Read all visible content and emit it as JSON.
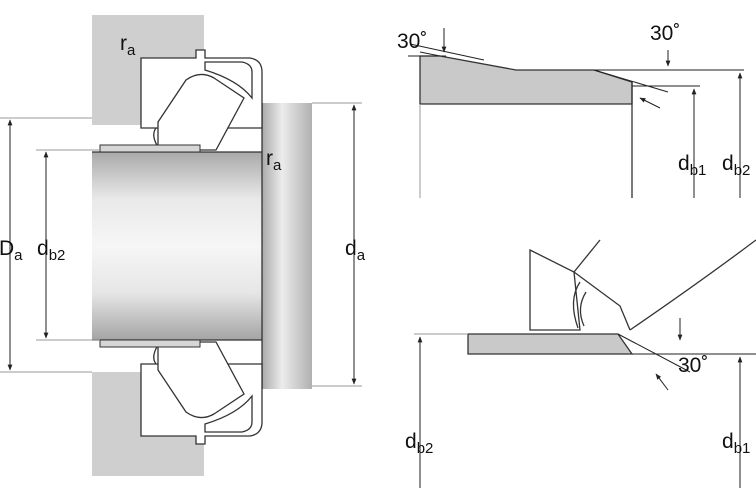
{
  "labels": {
    "r_a_top": {
      "main": "r",
      "sub": "a"
    },
    "r_a_mid": {
      "main": "r",
      "sub": "a"
    },
    "D_a": {
      "main": "D",
      "sub": "a"
    },
    "d_b2_left": {
      "main": "d",
      "sub": "b2"
    },
    "d_a": {
      "main": "d",
      "sub": "a"
    },
    "angle_tl": "30˚",
    "angle_tr": "30˚",
    "d_b1_top": {
      "main": "d",
      "sub": "b1"
    },
    "d_b2_top": {
      "main": "d",
      "sub": "b2"
    },
    "angle_br": "30˚",
    "d_b2_bottom": {
      "main": "d",
      "sub": "b2"
    },
    "d_b1_bottom": {
      "main": "d",
      "sub": "b1"
    }
  },
  "colors": {
    "housing": "#cfcfcf",
    "part_fill": "#c9c9c9",
    "shaft_light": "#f4f4f4",
    "shaft_dark": "#a8a8a8",
    "line": "#222222",
    "extension_line": "#9a9a9a"
  }
}
